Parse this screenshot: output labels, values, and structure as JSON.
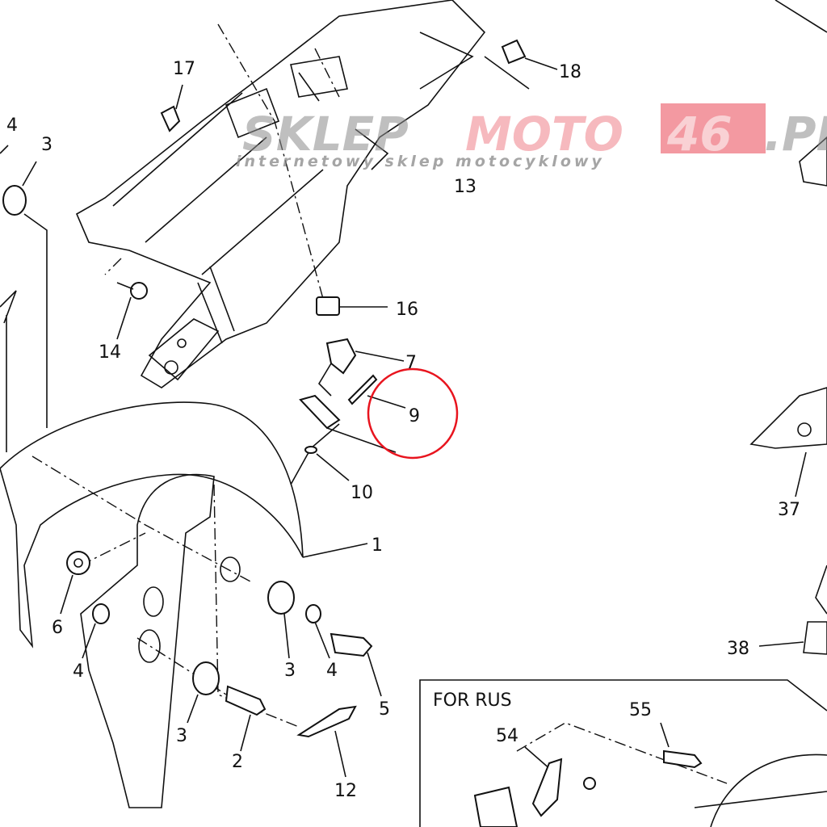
{
  "callouts": {
    "p17": "17",
    "p4a": "4",
    "p3a": "3",
    "p18": "18",
    "p13": "13",
    "p16": "16",
    "p14": "14",
    "p7": "7",
    "p9": "9",
    "p10": "10",
    "p1": "1",
    "p6": "6",
    "p4b": "4",
    "p3b": "3",
    "p4c": "4",
    "p5": "5",
    "p3c": "3",
    "p2": "2",
    "p12": "12",
    "p37": "37",
    "p38": "38",
    "p55": "55",
    "p54": "54"
  },
  "inset": {
    "title": "FOR RUS"
  },
  "watermark": {
    "part1": "SKLEP",
    "part2": "MOTO",
    "part3": "46",
    "part4": ".PL",
    "tagline": "internetowy sklep motocyklowy"
  },
  "colors": {
    "brand_gray": "#8c8c8c",
    "brand_red": "#f0808a",
    "highlight_circle": "#e8141e"
  }
}
